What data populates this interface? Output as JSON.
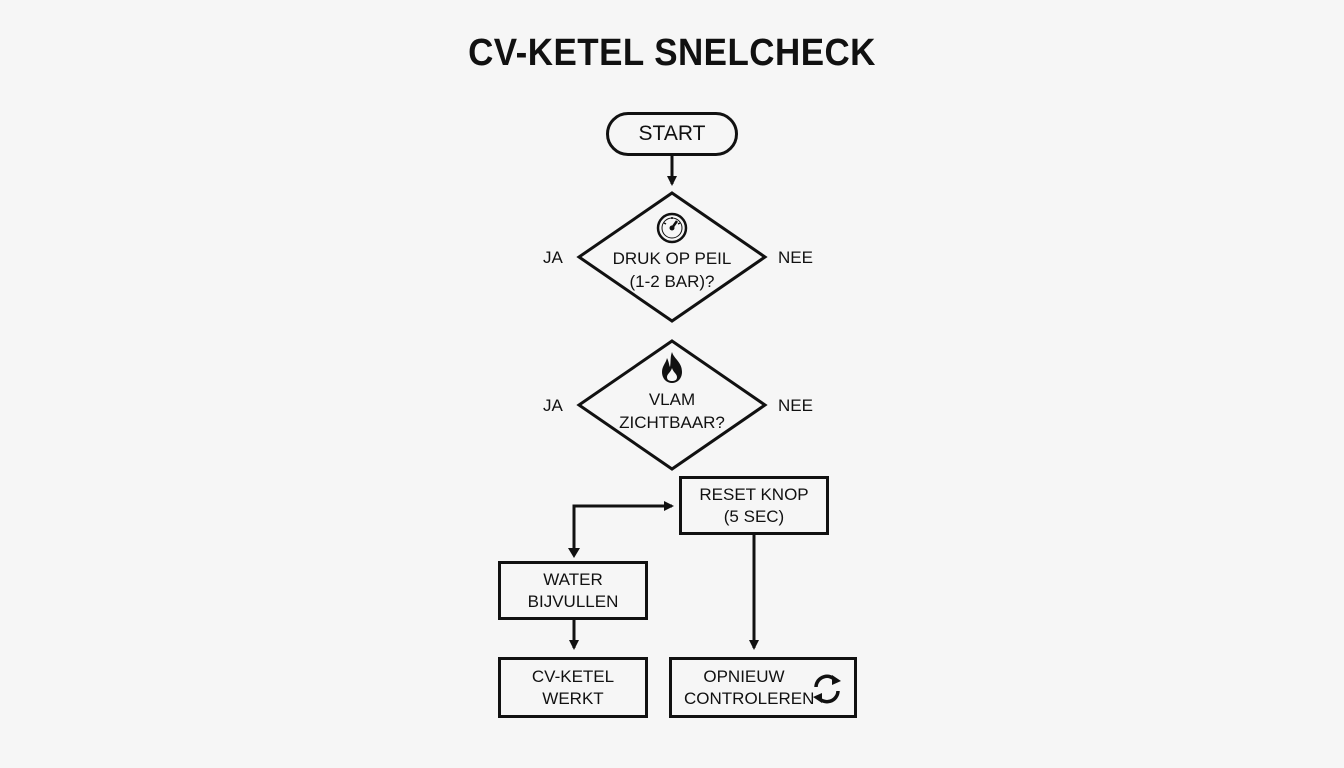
{
  "title": "CV-KETEL SNELCHECK",
  "nodes": {
    "start": "START",
    "decision_pressure": {
      "line1": "DRUK OP PEIL",
      "line2": "(1-2 BAR)?"
    },
    "decision_flame": {
      "line1": "VLAM",
      "line2": "ZICHTBAAR?"
    },
    "reset": {
      "line1": "RESET KNOP",
      "line2": "(5 SEC)"
    },
    "refill": {
      "line1": "WATER",
      "line2": "BIJVULLEN"
    },
    "works": {
      "line1": "CV-KETEL",
      "line2": "WERKT"
    },
    "recheck": {
      "line1": "OPNIEUW",
      "line2": "CONTROLEREN"
    }
  },
  "branches": {
    "pressure_yes": "JA",
    "pressure_no": "NEE",
    "flame_yes": "JA",
    "flame_no": "NEE"
  },
  "icons": {
    "pressure": "pressure-gauge-icon",
    "flame": "flame-icon",
    "recheck": "refresh-icon"
  }
}
